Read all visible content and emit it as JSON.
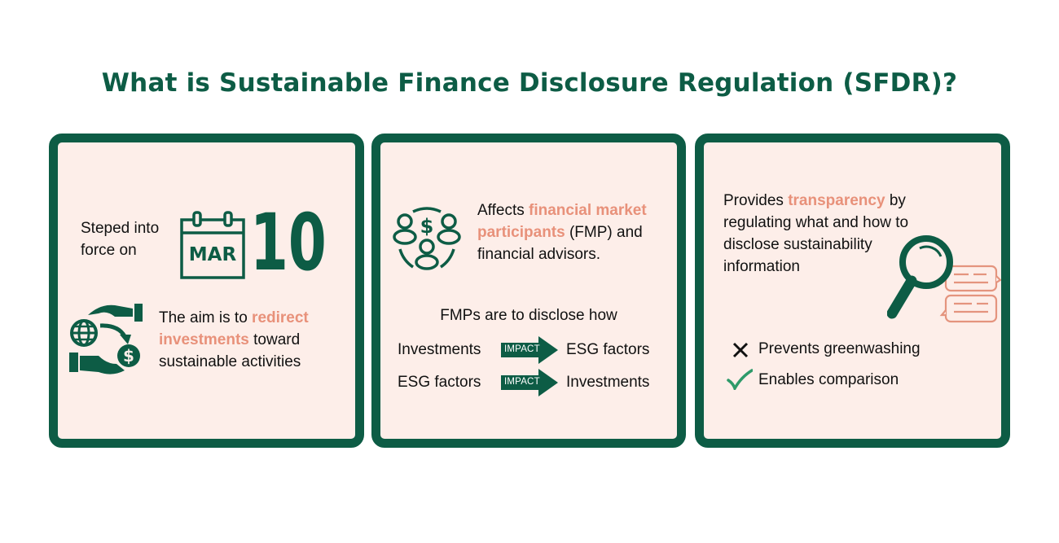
{
  "title": "What is Sustainable Finance Disclosure Regulation (SFDR)?",
  "colors": {
    "brand_green": "#0d5c45",
    "highlight_salmon": "#e8917a",
    "card_background": "#fdeee9",
    "check_green": "#2e9a6a"
  },
  "cards": [
    {
      "date_intro_line1": "Steped into",
      "date_intro_line2": "force on",
      "calendar_month": "MAR",
      "calendar_day": "10",
      "calendar_icon": "calendar-icon",
      "aim_icon": "globe-hands-money-icon",
      "aim_prefix": "The aim is to ",
      "aim_highlight_1": "redirect",
      "aim_highlight_2": "investments",
      "aim_suffix_1": " toward",
      "aim_line3": "sustainable activities"
    },
    {
      "participants_icon": "people-money-circle-icon",
      "affects_prefix": "Affects ",
      "affects_highlight_1": "financial market",
      "affects_highlight_2": "participants",
      "affects_suffix": " (FMP) and",
      "affects_line3": "financial advisors.",
      "disclose_heading": "FMPs are to disclose how",
      "impact_rows": [
        {
          "from": "Investments",
          "label": "IMPACT",
          "to": "ESG factors"
        },
        {
          "from": "ESG factors",
          "label": "IMPACT",
          "to": "Investments"
        }
      ]
    },
    {
      "provides_prefix": "Provides ",
      "provides_highlight": "transparency",
      "provides_suffix": " by",
      "provides_line2": "regulating what and how to",
      "provides_line3": "disclose sustainability",
      "provides_line4": "information",
      "magnifier_icon": "magnifier-chat-icon",
      "benefits": [
        {
          "icon": "x-icon",
          "text": "Prevents greenwashing"
        },
        {
          "icon": "check-icon",
          "text": "Enables comparison"
        }
      ]
    }
  ]
}
